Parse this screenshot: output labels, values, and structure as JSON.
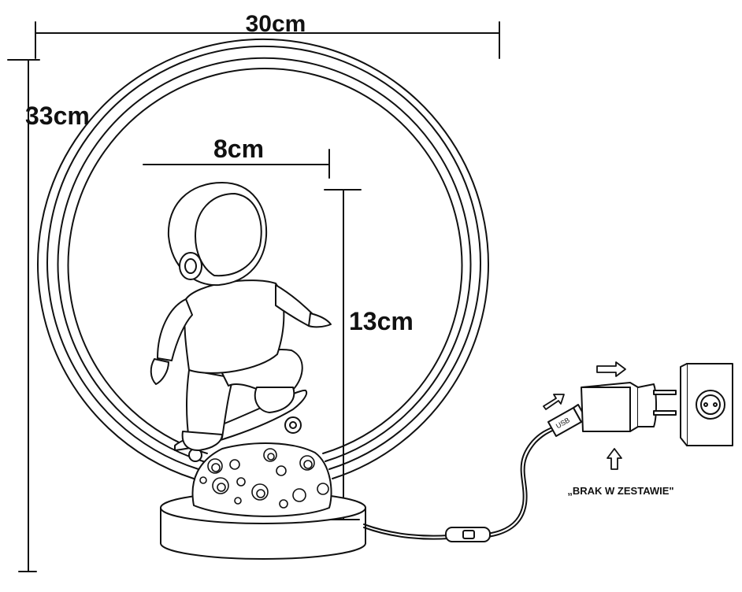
{
  "dimensions": {
    "width": "30cm",
    "height": "33cm",
    "figure_width": "8cm",
    "figure_height": "13cm"
  },
  "usb_label": "USB",
  "note": "„BRAK W ZESTAWIE\""
}
